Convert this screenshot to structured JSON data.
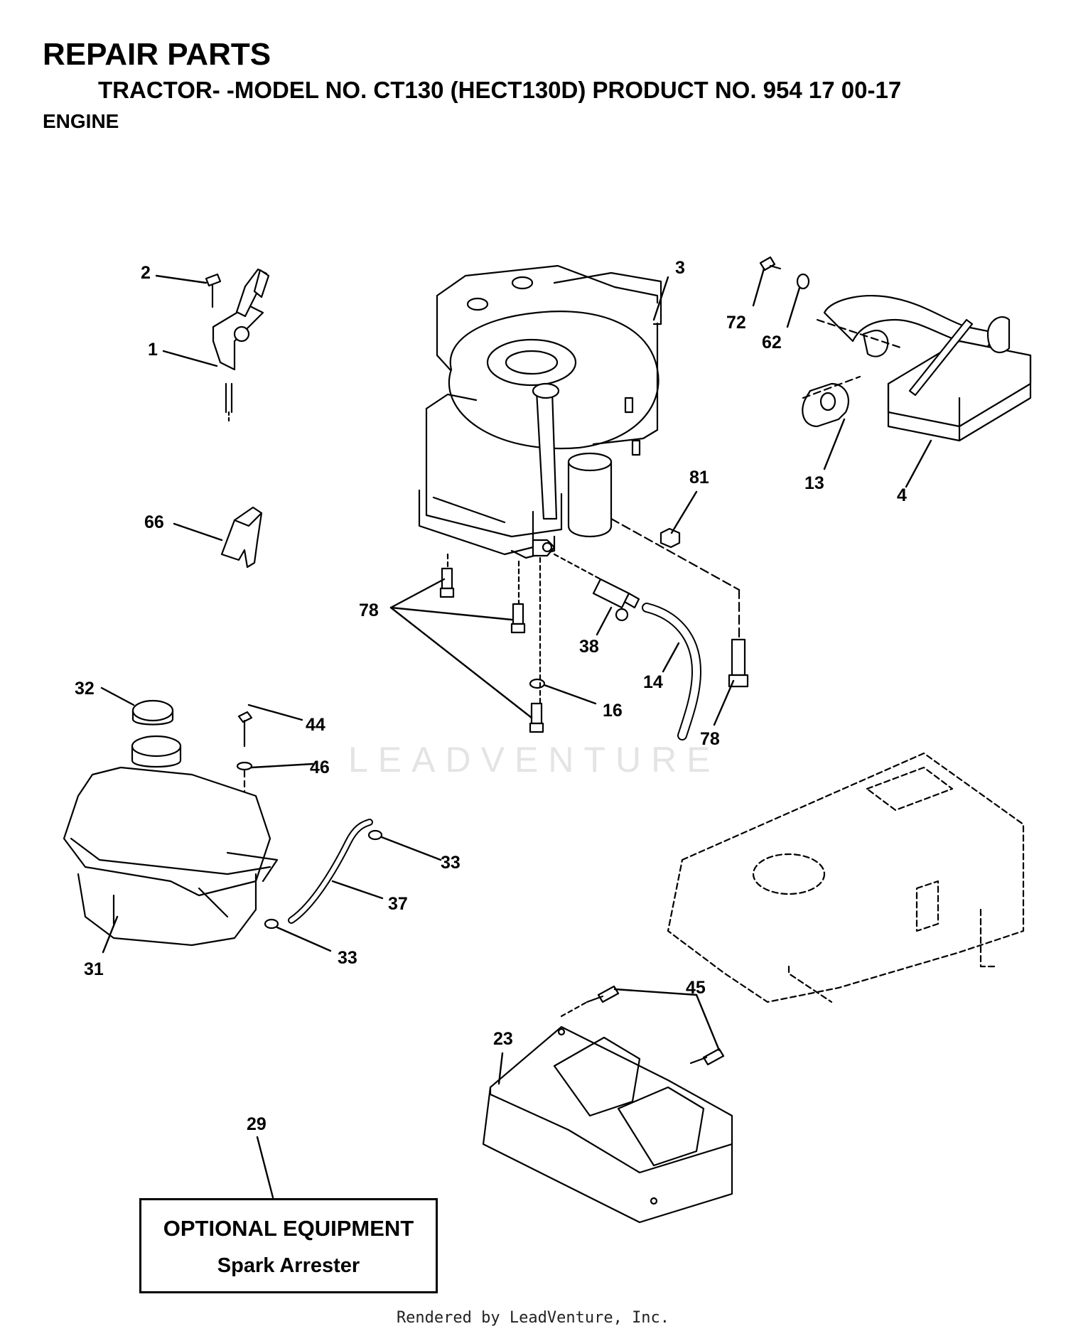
{
  "header": {
    "title": "REPAIR PARTS",
    "model_line": "TRACTOR- -MODEL NO. CT130 (HECT130D) PRODUCT NO. 954 17 00-17",
    "section": "ENGINE"
  },
  "callouts": {
    "c1": "1",
    "c2": "2",
    "c3": "3",
    "c4": "4",
    "c13": "13",
    "c14": "14",
    "c16": "16",
    "c23": "23",
    "c29": "29",
    "c31": "31",
    "c32": "32",
    "c33a": "33",
    "c33b": "33",
    "c37": "37",
    "c38": "38",
    "c44": "44",
    "c45": "45",
    "c46": "46",
    "c62": "62",
    "c66": "66",
    "c72": "72",
    "c78a": "78",
    "c78b": "78",
    "c81": "81"
  },
  "optional_box": {
    "heading": "OPTIONAL EQUIPMENT",
    "item": "Spark Arrester"
  },
  "watermark": "LEADVENTURE",
  "footer": "Rendered by LeadVenture, Inc."
}
